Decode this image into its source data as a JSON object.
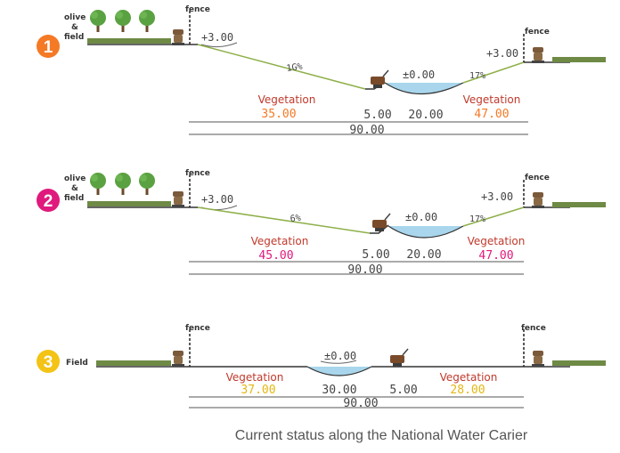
{
  "colors": {
    "orange": "#f57a25",
    "magenta": "#e0197d",
    "yellow": "#f3c316",
    "veg_red": "#c0392b",
    "veg_orange": "#f57a25",
    "veg_magenta": "#e0197d",
    "veg_yellow": "#e4b712",
    "slope": "#8fb04a",
    "water": "#a9d6ec",
    "field": "#6e8a45"
  },
  "icons": [
    "tree-icon",
    "fence-post-icon",
    "water-channel-icon",
    "pump-icon",
    "field-strip-icon",
    "stepping-elevation-icon"
  ],
  "sections": [
    {
      "badge": "1",
      "left_label": "olive\n&\nfield",
      "fence_left": "fence",
      "fence_right": "fence",
      "elev_left": "+3.00",
      "elev_right": "+3.00",
      "elev_center": "±0.00",
      "slope_left": "1G%",
      "slope_right": "17%",
      "veg_left_label": "Vegetation",
      "veg_left_value": "35.00",
      "veg_right_label": "Vegetation",
      "veg_right_value": "47.00",
      "dim_a": "5.00",
      "dim_b": "20.00",
      "total": "90.00"
    },
    {
      "badge": "2",
      "left_label": "olive\n&\nfield",
      "fence_left": "fence",
      "fence_right": "fence",
      "elev_left": "+3.00",
      "elev_right": "+3.00",
      "elev_center": "±0.00",
      "slope_left": "6%",
      "slope_right": "17%",
      "veg_left_label": "Vegetation",
      "veg_left_value": "45.00",
      "veg_right_label": "Vegetation",
      "veg_right_value": "47.00",
      "dim_a": "5.00",
      "dim_b": "20.00",
      "total": "90.00"
    },
    {
      "badge": "3",
      "left_label": "Field",
      "fence_left": "fence",
      "fence_right": "fence",
      "elev_center": "±0.00",
      "veg_left_label": "Vegetation",
      "veg_left_value": "37.00",
      "veg_right_label": "Vegetation",
      "veg_right_value": "28.00",
      "dim_a": "30.00",
      "dim_b": "5.00",
      "total": "90.00"
    }
  ],
  "caption": "Current status along the National Water Carier"
}
